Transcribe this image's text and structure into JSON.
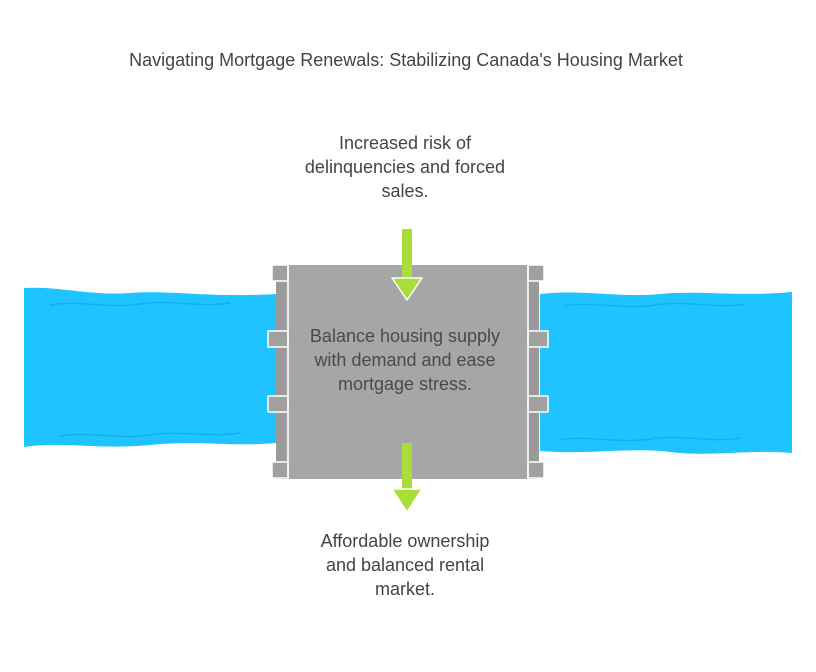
{
  "title": "Navigating Mortgage Renewals: Stabilizing Canada's Housing Market",
  "input_label": "Increased risk of delinquencies and forced sales.",
  "center_label": "Balance housing supply with demand and ease mortgage stress.",
  "output_label": "Affordable ownership and balanced rental market.",
  "colors": {
    "river": "#1ec3ff",
    "river_line": "#0aa6e6",
    "dam": "#a6a6a6",
    "dam_edge": "#7f7f7f",
    "arrow": "#a8dd3a",
    "arrow_edge": "#ffffff"
  }
}
